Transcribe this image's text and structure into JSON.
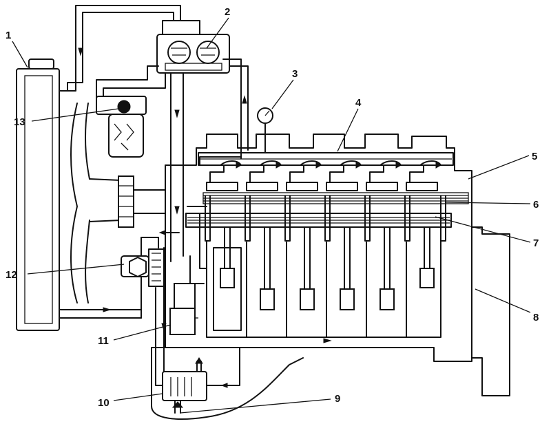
{
  "diagram": {
    "colors": {
      "ink": "#111111",
      "background": "#ffffff"
    },
    "callouts": [
      {
        "id": "c1",
        "label": "1"
      },
      {
        "id": "c2",
        "label": "2"
      },
      {
        "id": "c3",
        "label": "3"
      },
      {
        "id": "c4",
        "label": "4"
      },
      {
        "id": "c5",
        "label": "5"
      },
      {
        "id": "c6",
        "label": "6"
      },
      {
        "id": "c7",
        "label": "7"
      },
      {
        "id": "c8",
        "label": "8"
      },
      {
        "id": "c9",
        "label": "9"
      },
      {
        "id": "c10",
        "label": "10"
      },
      {
        "id": "c11",
        "label": "11"
      },
      {
        "id": "c12",
        "label": "12"
      },
      {
        "id": "c13",
        "label": "13"
      }
    ]
  }
}
